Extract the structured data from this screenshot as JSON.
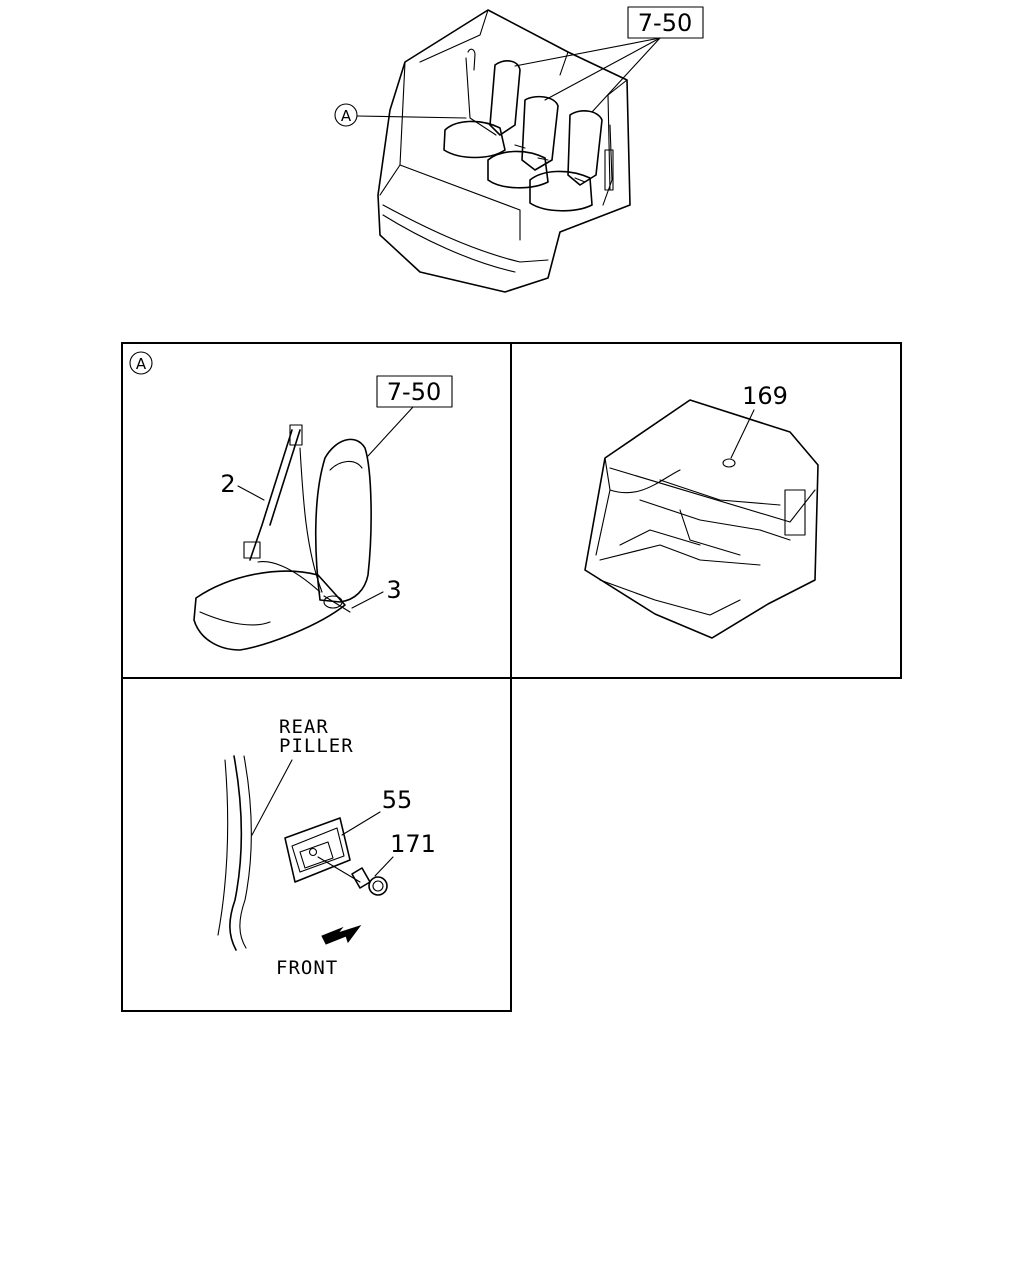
{
  "top_figure": {
    "callout_ref": "7-50",
    "detail_marker": "A"
  },
  "panel_seat": {
    "detail_marker": "A",
    "callout_ref": "7-50",
    "part_belt": "2",
    "part_buckle": "3"
  },
  "panel_cab": {
    "part_label": "169"
  },
  "panel_pillar": {
    "pillar_label_line1": "REAR",
    "pillar_label_line2": "PILLER",
    "part_bracket": "55",
    "part_bolt": "171",
    "direction_label": "FRONT"
  }
}
